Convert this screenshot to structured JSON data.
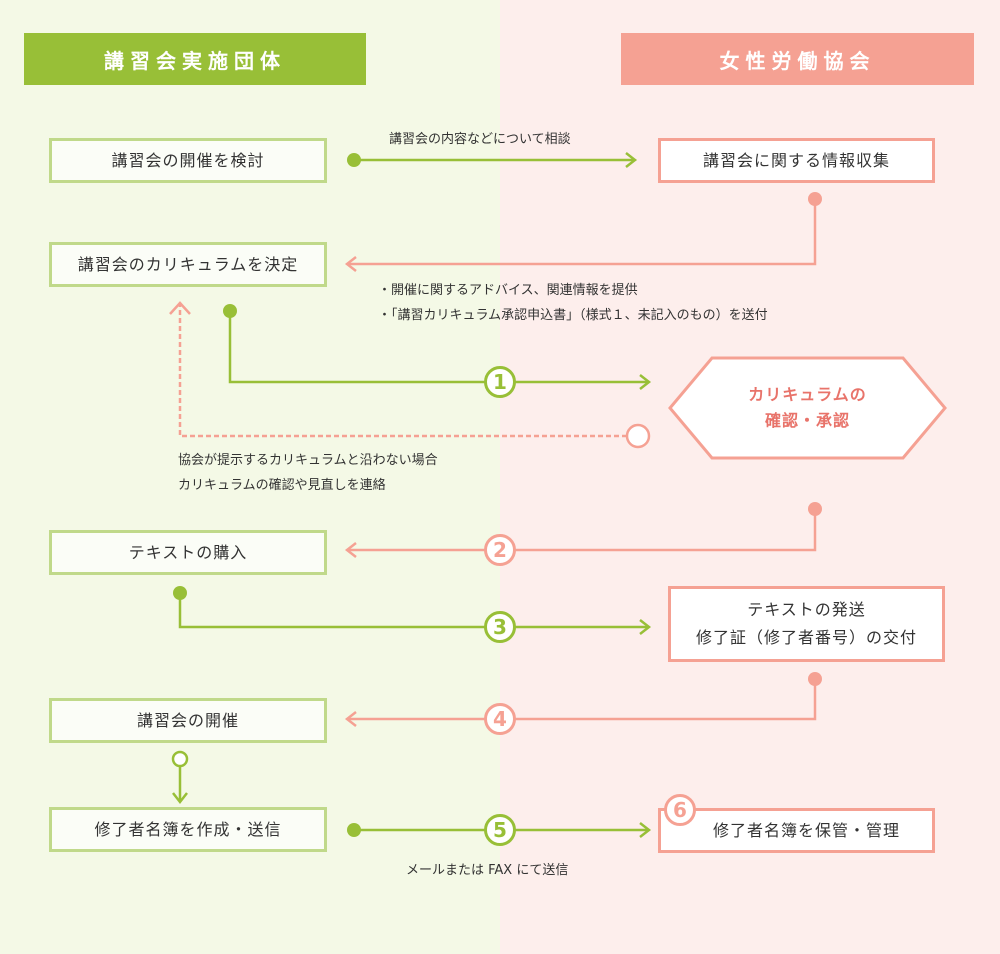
{
  "headers": {
    "left": "講習会実施団体",
    "right": "女性労働協会"
  },
  "boxes": {
    "consider": "講習会の開催を検討",
    "info_collect": "講習会に関する情報収集",
    "decide_curriculum": "講習会のカリキュラムを決定",
    "confirm_line1": "カリキュラムの",
    "confirm_line2": "確認・承認",
    "buy_text": "テキストの購入",
    "ship_line1": "テキストの発送",
    "ship_line2": "修了証（修了者番号）の交付",
    "hold": "講習会の開催",
    "make_list": "修了者名簿を作成・送信",
    "keep_list": "修了者名簿を保管・管理"
  },
  "notes": {
    "consult": "講習会の内容などについて相談",
    "advice_1": "・開催に関するアドバイス、関連情報を提供",
    "advice_2": "・「講習カリキュラム承認申込書」（様式１、未記入のもの）を送付",
    "mismatch_1": "協会が提示するカリキュラムと沿わない場合",
    "mismatch_2": "カリキュラムの確認や見直しを連絡",
    "send_method": "メールまたは FAX にて送信"
  },
  "steps": [
    "1",
    "2",
    "3",
    "4",
    "5",
    "6"
  ],
  "colors": {
    "green": "#98bf37",
    "pink": "#f5a193",
    "green_bg": "#f4f9e6",
    "pink_bg": "#fdeeec",
    "hex_text": "#e8736a"
  }
}
